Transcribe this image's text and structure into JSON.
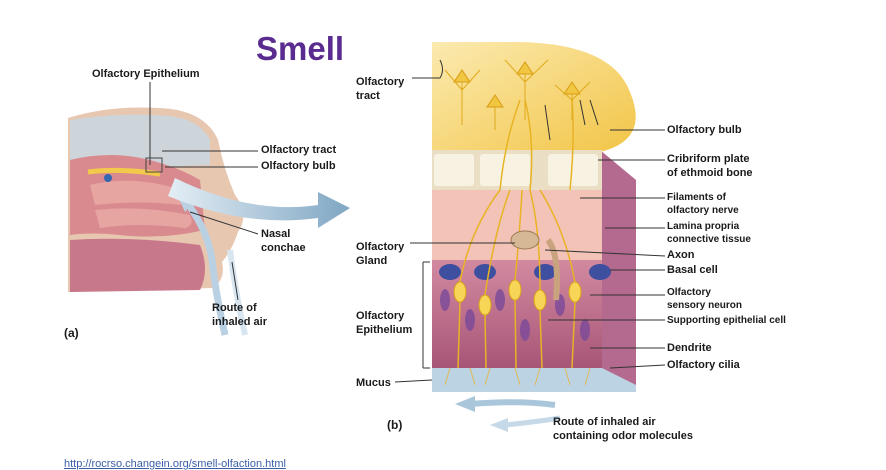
{
  "title": "Smell",
  "url_text": "http://rocrso.changein.org/smell-olfaction.html",
  "panel_a": {
    "tag": "(a)",
    "labels": {
      "olfactory_epithelium": "Olfactory Epithelium",
      "olfactory_tract": "Olfactory tract",
      "olfactory_bulb": "Olfactory bulb",
      "nasal_conchae_1": "Nasal",
      "nasal_conchae_2": "conchae",
      "route_1": "Route of",
      "route_2": "inhaled air"
    }
  },
  "panel_b": {
    "tag": "(b)",
    "left_labels": {
      "olfactory_tract_1": "Olfactory",
      "olfactory_tract_2": "tract",
      "gland_1": "Olfactory",
      "gland_2": "Gland",
      "epith_1": "Olfactory",
      "epith_2": "Epithelium",
      "mucus": "Mucus"
    },
    "right_labels": {
      "olfactory_bulb": "Olfactory bulb",
      "cribriform_1": "Cribriform plate",
      "cribriform_2": "of ethmoid bone",
      "filaments_1": "Filaments of",
      "filaments_2": "olfactory nerve",
      "lamina_1": "Lamina propria",
      "lamina_2": "connective tissue",
      "axon": "Axon",
      "basal": "Basal cell",
      "sensory_1": "Olfactory",
      "sensory_2": "sensory neuron",
      "supporting": "Supporting epithelial cell",
      "dendrite": "Dendrite",
      "cilia": "Olfactory cilia"
    },
    "bottom_1": "Route of inhaled air",
    "bottom_2": "containing odor molecules"
  },
  "colors": {
    "title": "#5b2c8f",
    "bulb": "#f3c94c",
    "bone": "#e9dcc0",
    "lamina": "#f2c3b3",
    "epithelium": "#c06d86",
    "basal": "#4a5ea8",
    "arrow": "#8fb2cc",
    "neuron": "#e8b324"
  }
}
